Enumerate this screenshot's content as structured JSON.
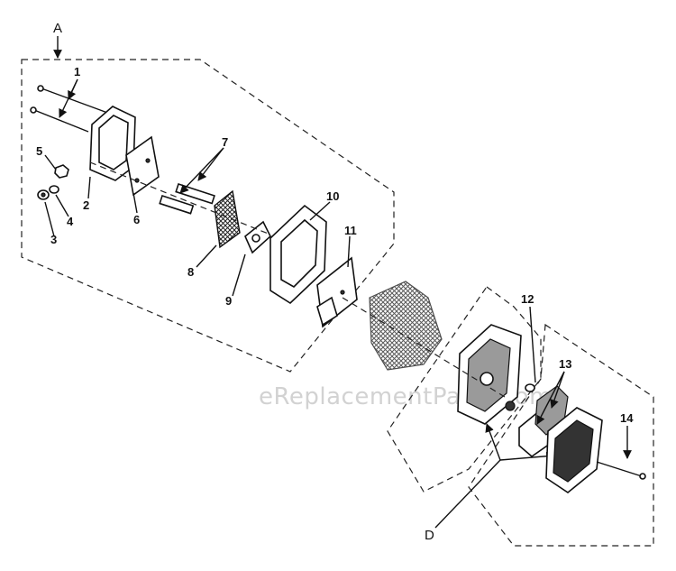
{
  "watermark": "eReplacementParts.com",
  "groups": {
    "a": "A",
    "d": "D"
  },
  "callouts": [
    "1",
    "2",
    "3",
    "4",
    "5",
    "6",
    "7",
    "8",
    "9",
    "10",
    "11",
    "12",
    "13",
    "14"
  ],
  "colors": {
    "ink": "#111111",
    "watermark": "#d2d2d2",
    "background": "#ffffff"
  }
}
